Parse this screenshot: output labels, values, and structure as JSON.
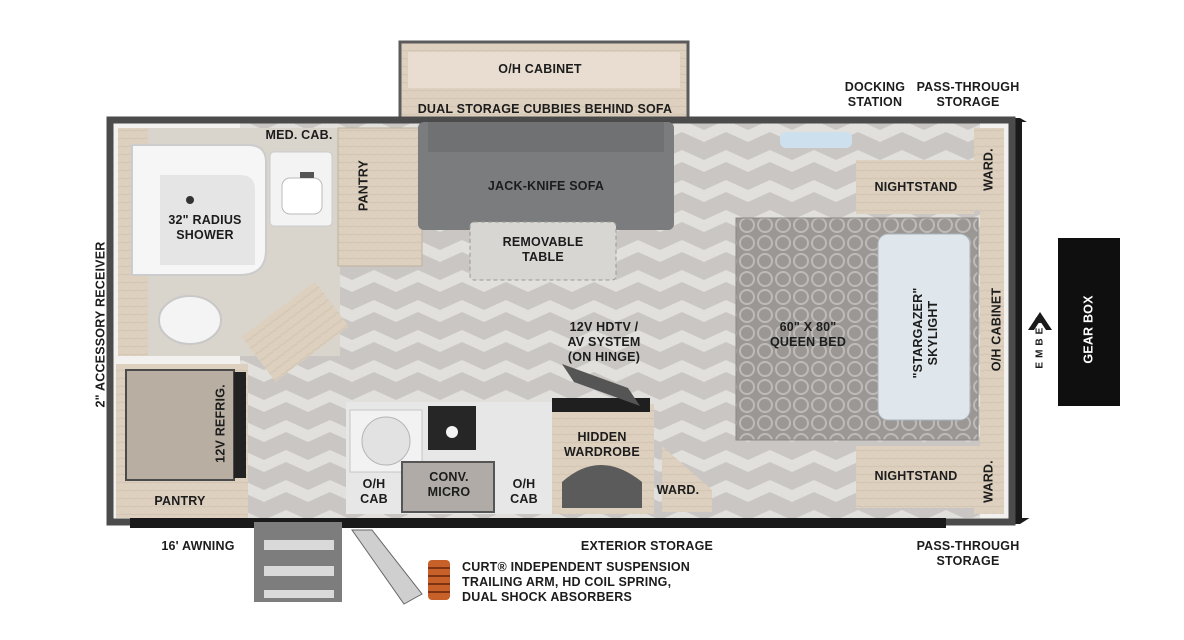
{
  "labels": {
    "oh_cabinet_top": "O/H CABINET",
    "dual_storage": "DUAL STORAGE CUBBIES BEHIND SOFA",
    "docking_station": "DOCKING\nSTATION",
    "pass_through_top": "PASS-THROUGH\nSTORAGE",
    "med_cab": "MED. CAB.",
    "pantry_upper": "PANTRY",
    "jackknife_sofa": "JACK-KNIFE SOFA",
    "nightstand_top": "NIGHTSTAND",
    "ward_top": "WARD.",
    "shower": "32\" RADIUS\nSHOWER",
    "removable_table": "REMOVABLE\nTABLE",
    "accessory_receiver": "2\" ACCESSORY RECEIVER",
    "queen_bed": "60\" X 80\"\nQUEEN BED",
    "skylight": "\"STARGAZER\"\nSKYLIGHT",
    "oh_cabinet_right": "O/H CABINET",
    "brand": "EMBER",
    "gear_box": "GEAR BOX",
    "hdtv": "12V HDTV /\nAV SYSTEM\n(ON HINGE)",
    "refrig": "12V REFRIG.",
    "hidden_wardrobe": "HIDDEN\nWARDROBE",
    "oh_cab_left": "O/H\nCAB",
    "conv_micro": "CONV.\nMICRO",
    "oh_cab_right": "O/H\nCAB",
    "ward_lower": "WARD.",
    "nightstand_bottom": "NIGHTSTAND",
    "ward_bottom": "WARD.",
    "pantry_lower": "PANTRY",
    "awning": "16' AWNING",
    "exterior_storage": "EXTERIOR STORAGE",
    "pass_through_bottom": "PASS-THROUGH\nSTORAGE",
    "suspension": "CURT® INDEPENDENT SUSPENSION\nTRAILING ARM, HD COIL SPRING,\nDUAL SHOCK ABSORBERS"
  },
  "colors": {
    "floor": "#c9c6c3",
    "chevron": "#e4e2df",
    "cabinet": "#ddd0bf",
    "wall": "#4a4a4a",
    "sofa": "#77797b",
    "bed": "#9b9896",
    "skylight": "#dfe7ec",
    "frame": "#1a1a1a",
    "spring": "#c8602a"
  },
  "icons": [
    "shower-icon",
    "toilet-icon",
    "sink-icon",
    "cooktop-icon",
    "entry-steps-icon",
    "coil-spring-icon",
    "ember-logo-icon"
  ]
}
